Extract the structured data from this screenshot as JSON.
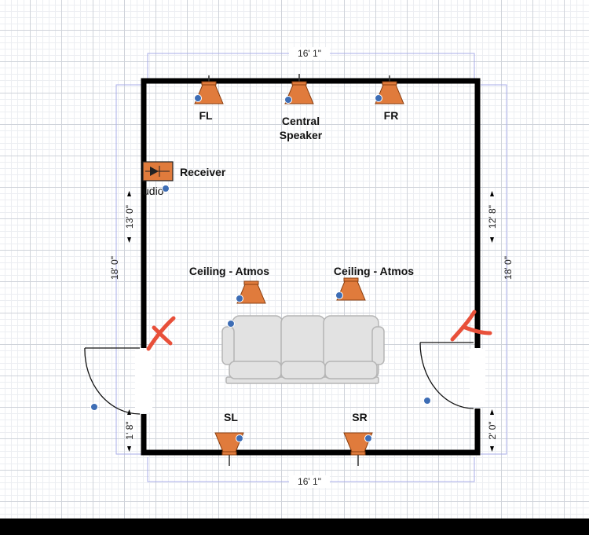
{
  "dimensions": {
    "top": "16' 1\"",
    "bottom": "16' 1\"",
    "left_total": "18' 0\"",
    "right_total": "18' 0\"",
    "left_upper": "13' 0\"",
    "left_lower": "1' 8\"",
    "right_upper": "12' 8\"",
    "right_lower": "2' 0\""
  },
  "speakers": {
    "fl": "FL",
    "center_line1": "Central",
    "center_line2": "Speaker",
    "fr": "FR",
    "ceiling_left": "Ceiling - Atmos",
    "ceiling_right": "Ceiling - Atmos",
    "sl": "SL",
    "sr": "SR"
  },
  "devices": {
    "receiver": "Receiver",
    "audio_partial": "udio"
  },
  "colors": {
    "wall": "#000000",
    "speaker_fill": "#e07b3c",
    "speaker_stroke": "#8a3f10",
    "dim_line": "#a9aee8",
    "sofa_fill": "#e2e2e2",
    "sofa_stroke": "#b5b5b5",
    "marker": "#e8503a",
    "info_badge": "#3d6db5"
  }
}
